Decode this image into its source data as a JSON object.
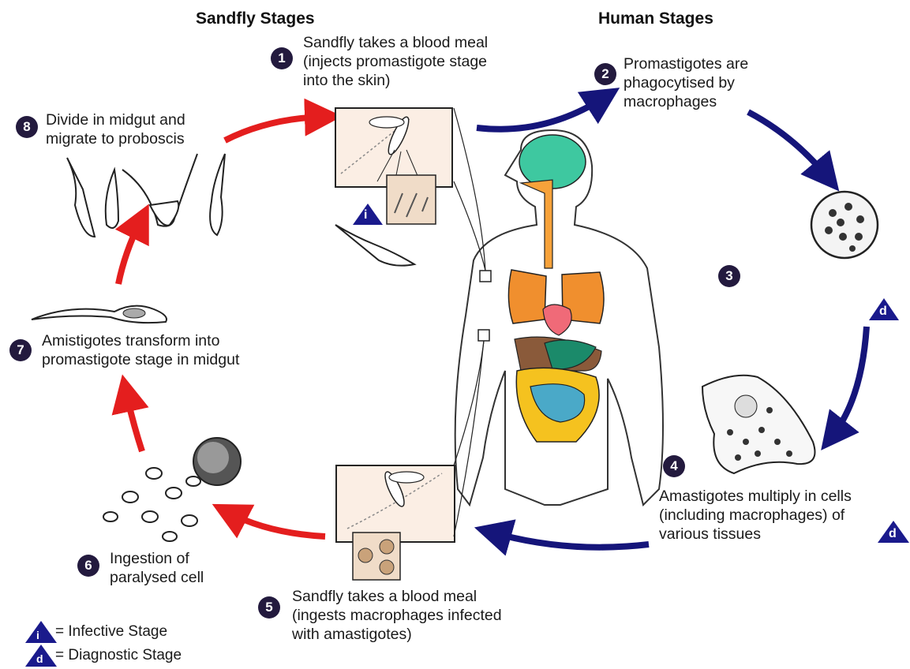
{
  "headers": {
    "sandfly": "Sandfly Stages",
    "human": "Human Stages"
  },
  "steps": [
    {
      "num": "1",
      "text": "Sandfly takes a blood meal\n(injects promastigote stage\ninto the skin)"
    },
    {
      "num": "2",
      "text": "Promastigotes are\nphagocytised by\nmacrophages"
    },
    {
      "num": "3",
      "text": ""
    },
    {
      "num": "4",
      "text": "Amastigotes multiply in cells\n(including macrophages) of\nvarious tissues"
    },
    {
      "num": "5",
      "text": "Sandfly takes a blood meal\n(ingests macrophages infected\nwith amastigotes)"
    },
    {
      "num": "6",
      "text": "Ingestion of\nparalysed cell"
    },
    {
      "num": "7",
      "text": "Amistigotes transform into\npromastigote stage in midgut"
    },
    {
      "num": "8",
      "text": "Divide in midgut and\nmigrate to proboscis"
    }
  ],
  "markers": {
    "infective": "i",
    "diagnostic": "d"
  },
  "legend": {
    "infective": "= Infective Stage",
    "diagnostic": "= Diagnostic Stage"
  },
  "colors": {
    "sandfly_arrow": "#e41e1e",
    "human_arrow": "#15157a",
    "badge": "#231a3e",
    "marker": "#1a1a8c"
  }
}
